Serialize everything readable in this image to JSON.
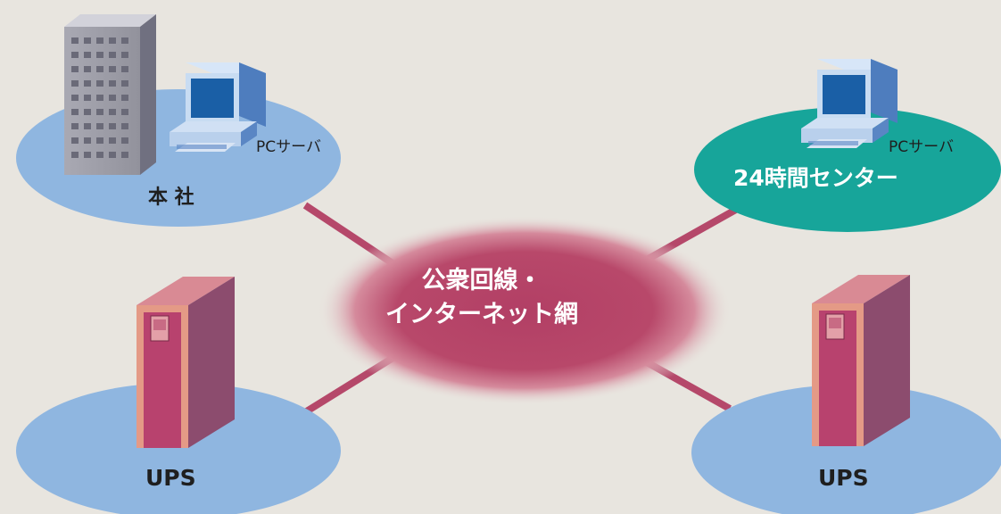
{
  "nodes": {
    "head_office": {
      "name": "本 社",
      "server_label": "PCサーバ"
    },
    "center_24h": {
      "name": "24時間センター",
      "server_label": "PCサーバ"
    },
    "ups_left": {
      "name": "UPS"
    },
    "ups_right": {
      "name": "UPS"
    }
  },
  "network": {
    "line1": "公衆回線・",
    "line2": "インターネット網"
  },
  "colors": {
    "background": "#e8e5df",
    "site_blue": "#8fb6e0",
    "center_teal": "#17a59a",
    "network_red": "#b8486a",
    "link": "#b5486a"
  }
}
